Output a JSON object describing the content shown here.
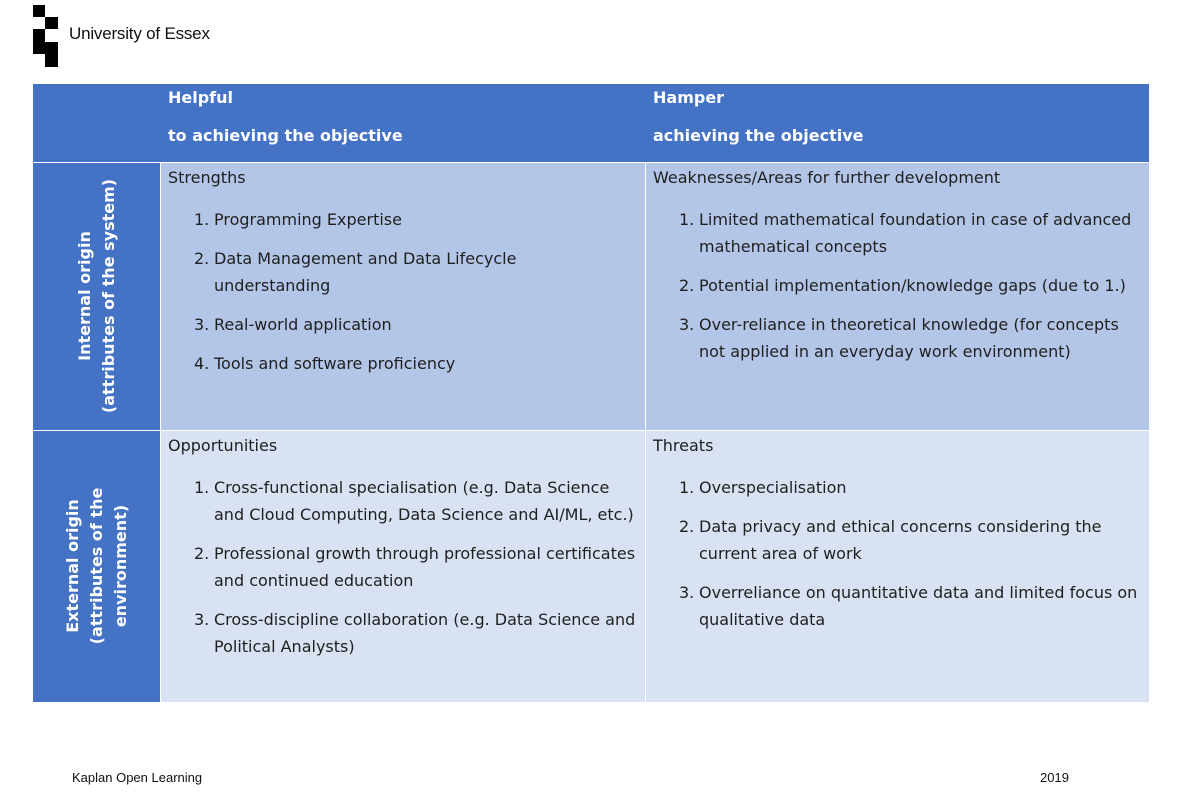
{
  "header": {
    "logo_text": "University of Essex"
  },
  "table": {
    "columns": [
      {
        "line1": "Helpful",
        "line2": "to achieving the objective"
      },
      {
        "line1": "Hamper",
        "line2": "achieving the objective"
      }
    ],
    "rows": [
      {
        "label_line1": "Internal origin",
        "label_line2": "(attributes of the system)"
      },
      {
        "label_line1": "External origin",
        "label_line2": "(attributes of the",
        "label_line3": "environment)"
      }
    ],
    "strengths": {
      "title": "Strengths",
      "items": [
        "Programming Expertise",
        "Data Management and Data Lifecycle understanding",
        "Real-world application",
        "Tools and software proficiency"
      ]
    },
    "weaknesses": {
      "title": "Weaknesses/Areas for further development",
      "items": [
        "Limited mathematical foundation in case of advanced mathematical concepts",
        "Potential implementation/knowledge gaps (due to 1.)",
        "Over-reliance in theoretical knowledge (for concepts not applied in an everyday work environment)"
      ]
    },
    "opportunities": {
      "title": "Opportunities",
      "items": [
        "Cross-functional specialisation (e.g. Data Science and Cloud Computing, Data Science and AI/ML, etc.)",
        "Professional growth through professional certificates and continued education",
        "Cross-discipline collaboration (e.g. Data Science and Political Analysts)"
      ]
    },
    "threats": {
      "title": "Threats",
      "items": [
        "Overspecialisation",
        "Data privacy and ethical concerns considering the current area of work",
        "Overreliance on quantitative data and limited focus on qualitative data"
      ]
    }
  },
  "footer": {
    "left": "Kaplan Open Learning",
    "right": "2019"
  },
  "colors": {
    "header_blue": "#4472c4",
    "internal_row": "#b4c6e7",
    "external_row": "#d9e2f3"
  }
}
